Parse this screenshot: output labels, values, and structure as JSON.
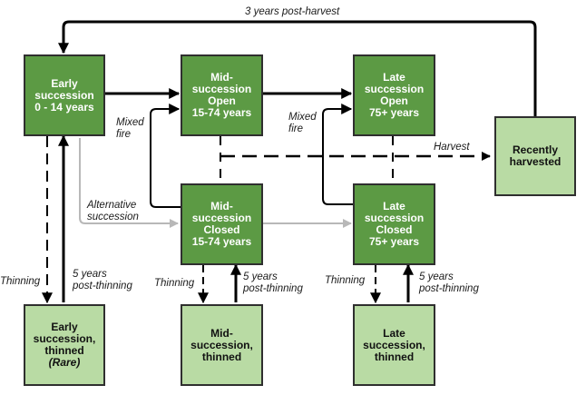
{
  "nodes": {
    "early": "Early\nsuccession\n0 - 14 years",
    "mid_open": "Mid-\nsuccession\nOpen\n15-74 years",
    "late_open": "Late\nsuccession\nOpen\n75+ years",
    "recent": "Recently\nharvested",
    "mid_closed": "Mid-\nsuccession\nClosed\n15-74 years",
    "late_closed": "Late\nsuccession\nClosed\n75+ years",
    "early_thinned": "Early\nsuccession,\nthinned",
    "early_thinned_note": "(Rare)",
    "mid_thinned": "Mid-\nsuccession,\nthinned",
    "late_thinned": "Late\nsuccession,\nthinned"
  },
  "labels": {
    "post_harvest": "3 years post-harvest",
    "harvest": "Harvest",
    "mixed_fire_1": "Mixed\nfire",
    "mixed_fire_2": "Mixed\nfire",
    "alternative": "Alternative\nsuccession",
    "thinning_1": "Thinning",
    "thinning_2": "Thinning",
    "thinning_3": "Thinning",
    "post_thinning_1": "5 years\npost-thinning",
    "post_thinning_2": "5 years\npost-thinning",
    "post_thinning_3": "5 years\npost-thinning"
  },
  "colors": {
    "dark_box": "#5c9a44",
    "light_box": "#b9dba4",
    "line": "#000000",
    "alt_line": "#b8b8b8"
  }
}
